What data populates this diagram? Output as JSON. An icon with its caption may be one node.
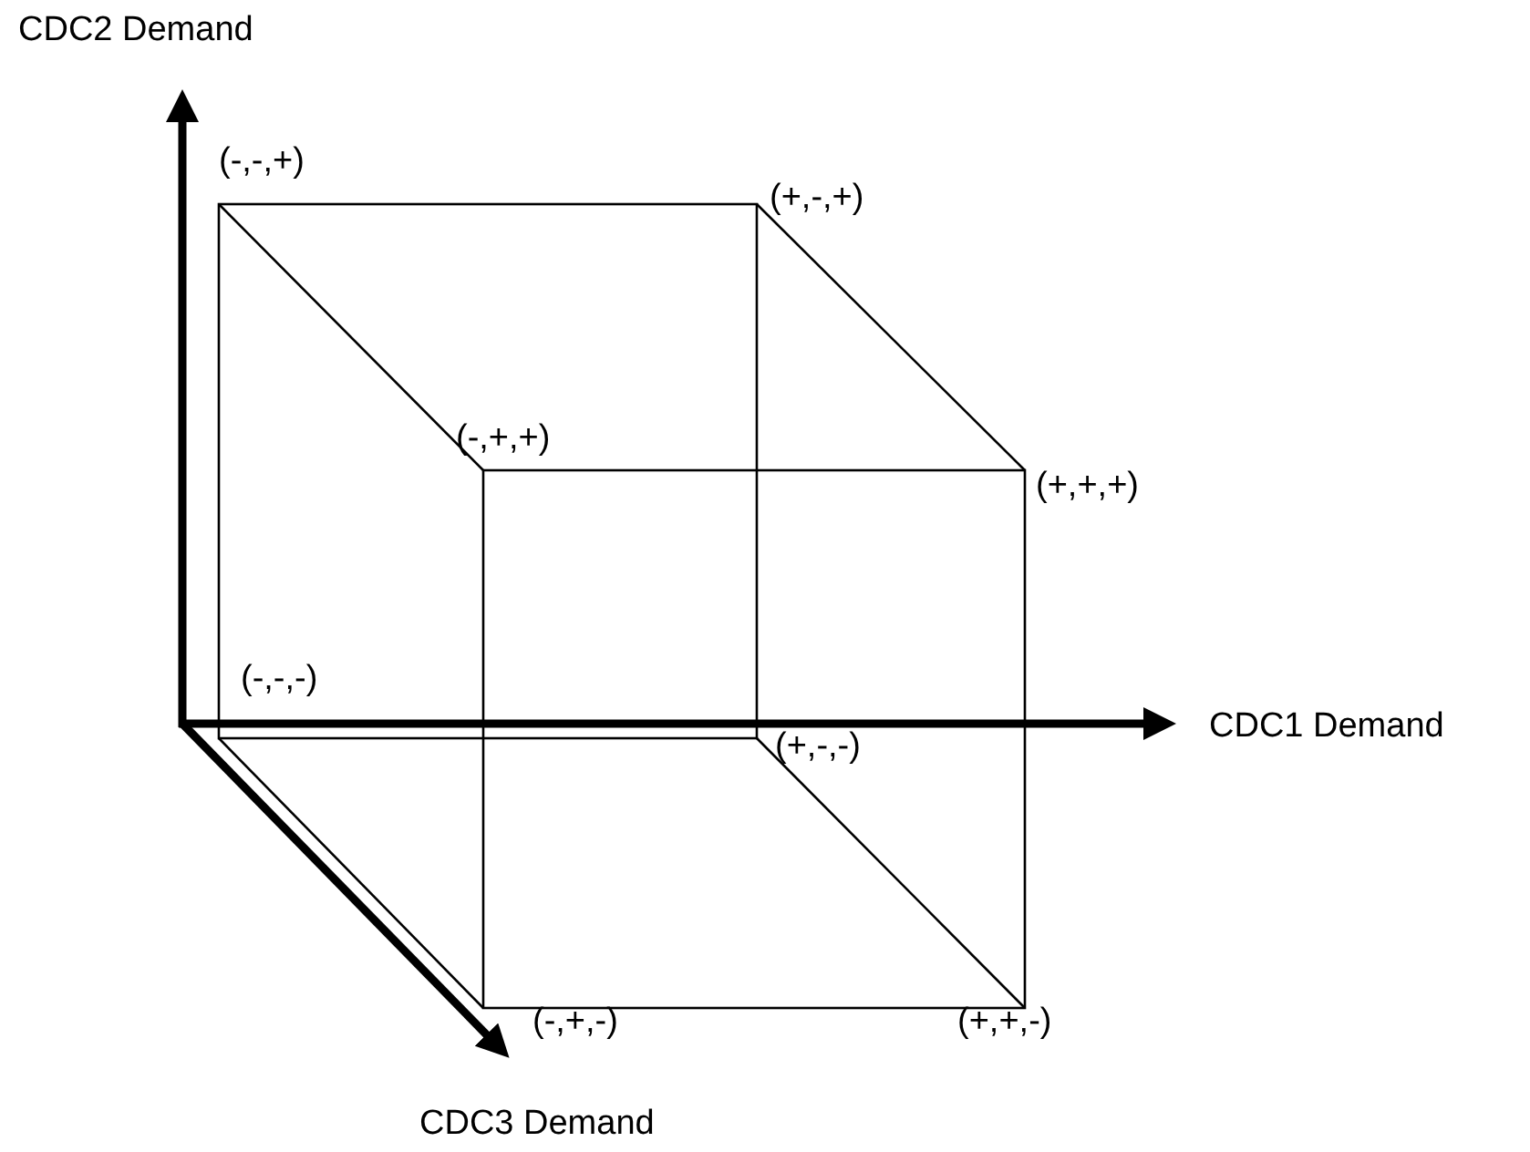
{
  "diagram": {
    "labels": [
      "CDC2 Demand",
      "(-,-,+)",
      "(+,-,+)",
      "(-,+,+)",
      "(+,+,+)",
      "(-,-,-)",
      "CDC1 Demand",
      "(+,-,-)",
      "(-,+,-)",
      "(+,+,-)",
      "CDC3 Demand"
    ]
  }
}
